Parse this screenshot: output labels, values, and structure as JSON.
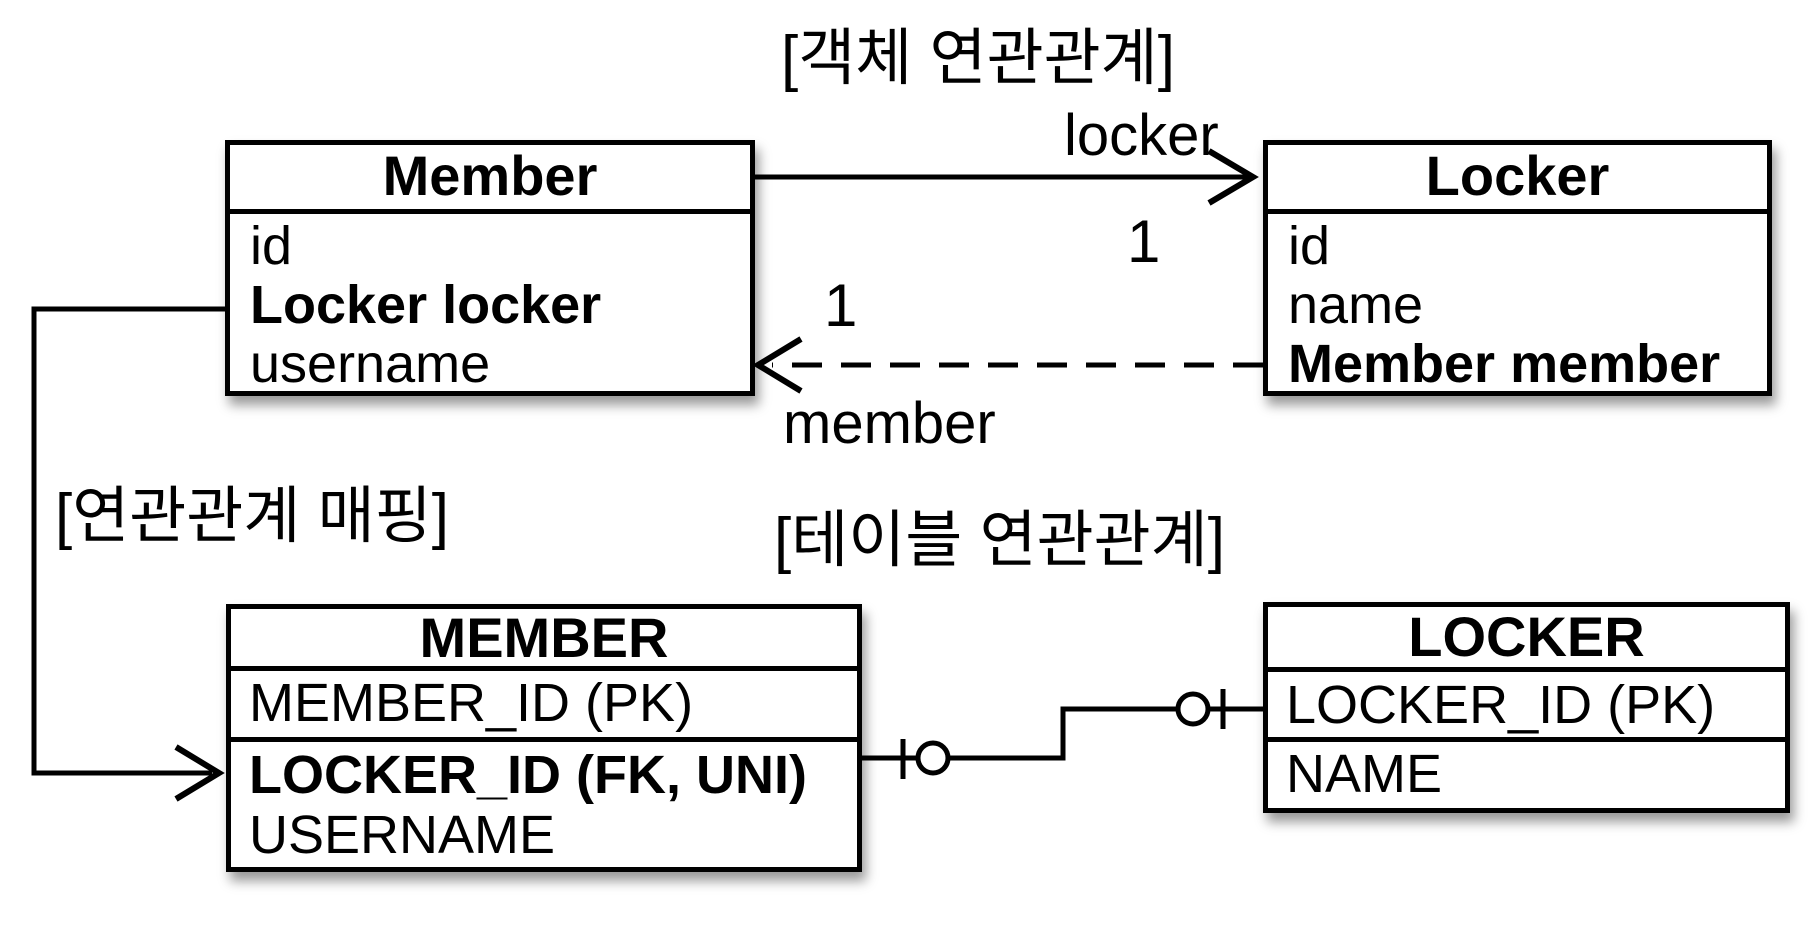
{
  "diagram": {
    "section_labels": {
      "object_association": "[객체 연관관계]",
      "association_mapping": "[연관관계 매핑]",
      "table_association": "[테이블 연관관계]"
    },
    "object_relationship": {
      "member_class": {
        "title": "Member",
        "fields": [
          "id",
          "Locker locker",
          "username"
        ]
      },
      "locker_class": {
        "title": "Locker",
        "fields": [
          "id",
          "name",
          "Member member"
        ]
      },
      "locker_arrow": {
        "label": "locker",
        "multiplicity": "1",
        "style": "solid"
      },
      "member_arrow": {
        "label": "member",
        "multiplicity": "1",
        "style": "dashed"
      }
    },
    "table_relationship": {
      "member_table": {
        "title": "MEMBER",
        "columns": [
          "MEMBER_ID (PK)",
          "LOCKER_ID (FK, UNI)",
          "USERNAME"
        ]
      },
      "locker_table": {
        "title": "LOCKER",
        "columns": [
          "LOCKER_ID (PK)",
          "NAME"
        ]
      },
      "join_notation": "zero-or-one to zero-or-one"
    },
    "colors": {
      "line": "#000000",
      "fill": "#ffffff",
      "background": "#ffffff"
    }
  }
}
